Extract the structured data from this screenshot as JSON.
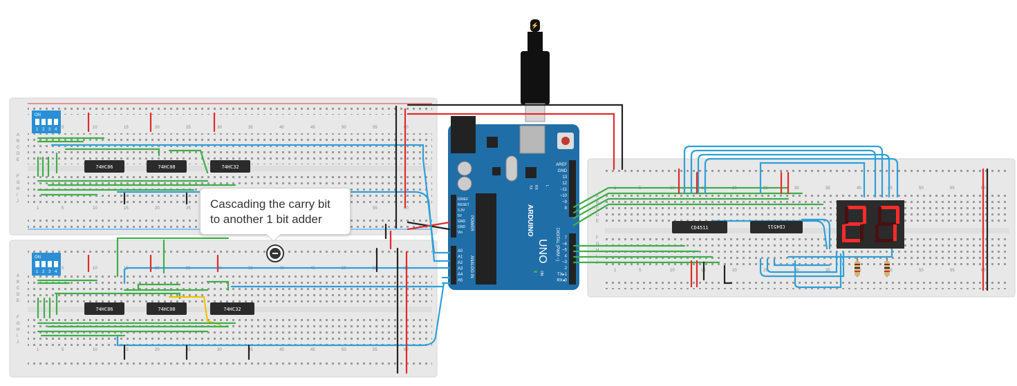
{
  "annotation": {
    "line1": "Cascading the carry bit",
    "line2": "to another 1 bit adder"
  },
  "breadboard": {
    "row_letters_top": [
      "A",
      "B",
      "C",
      "D",
      "E"
    ],
    "row_letters_bottom": [
      "F",
      "G",
      "H",
      "I",
      "J"
    ],
    "column_numbers": [
      "1",
      "5",
      "10",
      "15",
      "20",
      "25",
      "30",
      "35",
      "40",
      "45",
      "50",
      "55",
      "60"
    ]
  },
  "dip_switch": {
    "on_label": "ON",
    "positions": [
      "1",
      "2",
      "3",
      "4"
    ]
  },
  "adder_board_top": {
    "chips": [
      "74HC86",
      "74HC08",
      "74HC32"
    ]
  },
  "adder_board_bottom": {
    "chips": [
      "74HC86",
      "74HC08",
      "74HC32"
    ]
  },
  "display_board": {
    "decoders": [
      "CD4511",
      "CD4511"
    ],
    "digits": [
      "2",
      "7"
    ]
  },
  "arduino": {
    "brand": "ARDUINO",
    "model": "UNO",
    "power_pins": [
      "IOREF",
      "RESET",
      "3.3V",
      "5V",
      "GND",
      "GND",
      "Vin"
    ],
    "power_label": "POWER",
    "analog_pins": [
      "A0",
      "A1",
      "A2",
      "A3",
      "A4",
      "A5"
    ],
    "analog_label": "ANALOG IN",
    "digital_pins_top": [
      "AREF",
      "GND",
      "13",
      "12",
      "~11",
      "~10",
      "~9",
      "8"
    ],
    "digital_pins_bottom": [
      "7",
      "~6",
      "~5",
      "4",
      "~3",
      "2",
      "TX▸1",
      "RX◂0"
    ],
    "digital_label": "DIGITAL (PWM ~)",
    "leds": [
      "TX",
      "RX",
      "L"
    ],
    "on_label": "ON"
  },
  "colors": {
    "wire_green": "#3fae49",
    "wire_blue": "#2f9fd8",
    "wire_red": "#e12a2a",
    "wire_black": "#222222",
    "wire_yellow": "#f2c200",
    "board": "#e9e9e9",
    "arduino": "#1f6ea8",
    "segment_on": "#ff2a2a",
    "segment_off": "#4a1010"
  }
}
